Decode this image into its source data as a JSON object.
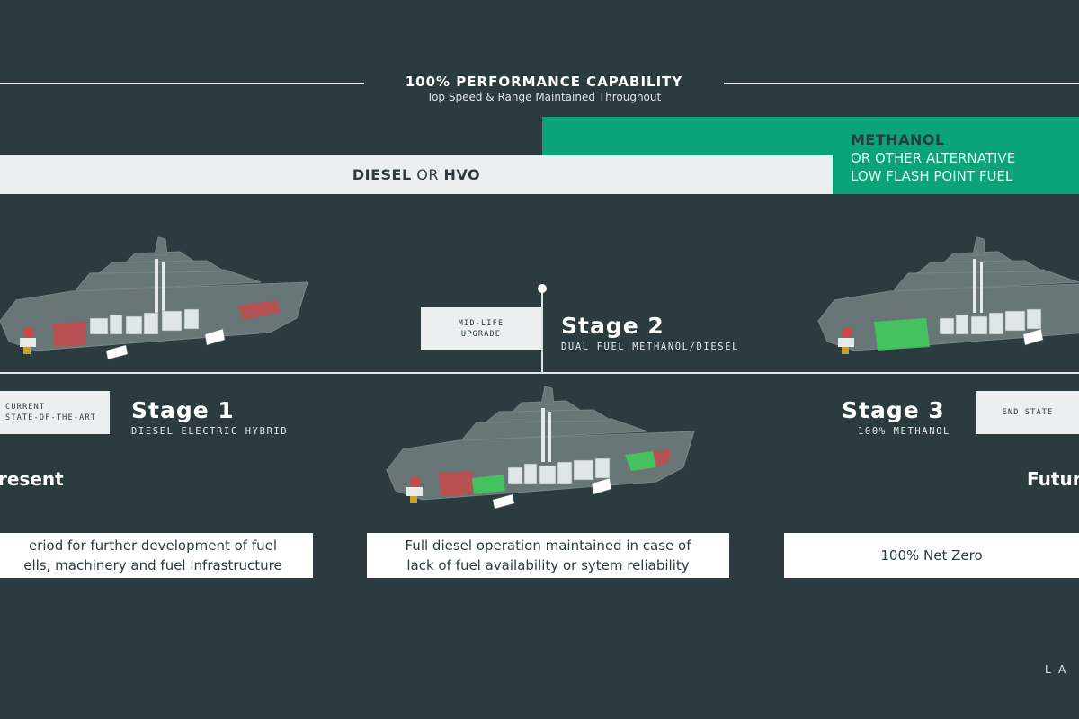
{
  "header": {
    "title": "100% PERFORMANCE CAPABILITY",
    "subtitle": "Top Speed & Range  Maintained Throughout"
  },
  "fuel": {
    "diesel_bold_1": "DIESEL",
    "diesel_or": " OR ",
    "diesel_bold_2": "HVO",
    "methanol_title": "METHANOL",
    "methanol_line2": "OR OTHER ALTERNATIVE",
    "methanol_line3": "LOW FLASH POINT FUEL"
  },
  "stages": [
    {
      "tag": "CURRENT STATE-OF-THE-ART",
      "tag_line1": "CURRENT",
      "tag_line2": "STATE-OF-THE-ART",
      "title": "Stage 1",
      "subtitle": "DIESEL ELECTRIC HYBRID",
      "era": "resent",
      "info_line1": "eriod for further development of fuel",
      "info_line2": "ells, machinery and fuel infrastructure"
    },
    {
      "tag_line1": "MID-LIFE",
      "tag_line2": "UPGRADE",
      "title": "Stage 2",
      "subtitle": "DUAL FUEL METHANOL/DIESEL",
      "info_line1": "Full diesel operation maintained in case of",
      "info_line2": "lack of fuel availability or sytem reliability"
    },
    {
      "tag_line1": "END STATE",
      "title": "Stage 3",
      "subtitle": "100% METHANOL",
      "era": "Futur",
      "info_line1": "100% Net Zero"
    }
  ],
  "brand": "LA",
  "colors": {
    "background": "#2b3b3f",
    "methanol_green": "#0aa37a",
    "diesel_bar": "#ecefef",
    "tank_red": "#c84a4a",
    "tank_green": "#3fcf5a"
  },
  "icons": [
    "ship-stage1-icon",
    "ship-stage2-icon",
    "ship-stage3-icon"
  ]
}
